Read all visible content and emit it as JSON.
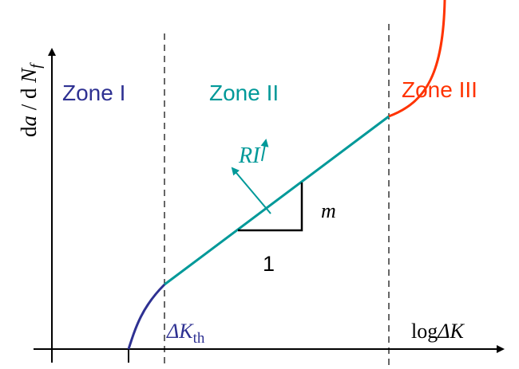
{
  "zones": [
    {
      "label": "Zone I",
      "color": "#2E3192"
    },
    {
      "label": "Zone II",
      "color": "#009999"
    },
    {
      "label": "Zone III",
      "color": "#FF3300"
    }
  ],
  "axes": {
    "y_label_main": "d",
    "y_label_a": "a",
    "y_label_sep": " / d ",
    "y_label_N": "N",
    "y_label_N_sub": "f",
    "x_label_log": "log",
    "x_label_delta_k": "ΔK"
  },
  "threshold": {
    "delta_k": "ΔK",
    "sub": "th"
  },
  "slope": {
    "m_label": "m",
    "run_label": "1"
  },
  "ri": {
    "R": "R",
    "I": "I"
  },
  "colors": {
    "zone1": "#2E3192",
    "zone2": "#009999",
    "zone3": "#FF3300",
    "axis": "#000000"
  }
}
